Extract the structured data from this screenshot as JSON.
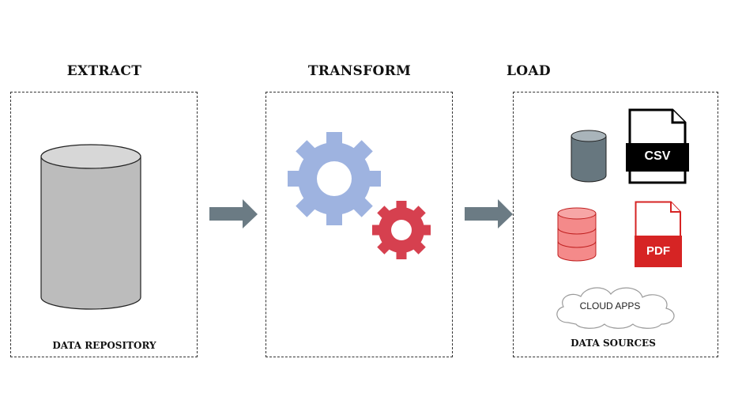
{
  "stages": {
    "extract": {
      "title": "EXTRACT",
      "caption": "DATA REPOSITORY"
    },
    "transform": {
      "title": "TRANSFORM"
    },
    "load": {
      "title": "LOAD",
      "caption": "DATA SOURCES",
      "csv_label": "CSV",
      "pdf_label": "PDF",
      "cloud_label": "CLOUD APPS"
    }
  },
  "colors": {
    "repository": "#bcbcbc",
    "gear_large": "#9eb3e0",
    "gear_small": "#d6404f",
    "arrow": "#6b7b84",
    "db_dark": "#67777f",
    "db_red": "#f48a8a",
    "pdf_red": "#d62424",
    "csv_black": "#000000"
  },
  "icons": [
    "database-icon",
    "gear-icon",
    "arrow-right-icon",
    "csv-file-icon",
    "pdf-file-icon",
    "cloud-icon"
  ]
}
